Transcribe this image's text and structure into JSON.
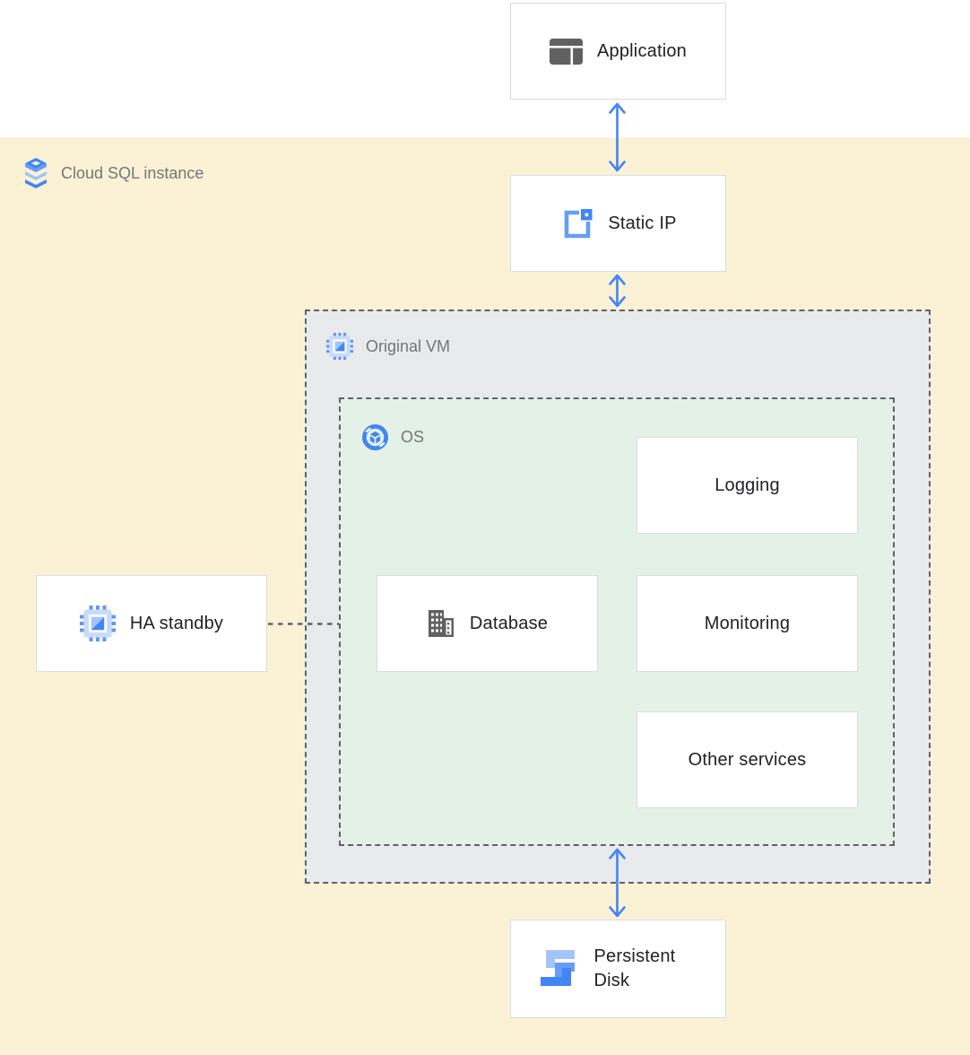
{
  "group": {
    "label": "Cloud SQL instance",
    "icon": "cloud-sql-layers-icon"
  },
  "nodes": {
    "application": {
      "label": "Application",
      "icon": "app-window-icon"
    },
    "static_ip": {
      "label": "Static IP",
      "icon": "static-ip-icon"
    },
    "original_vm": {
      "label": "Original VM",
      "icon": "compute-engine-chip-icon"
    },
    "os": {
      "label": "OS",
      "icon": "os-cube-circle-icon"
    },
    "logging": {
      "label": "Logging"
    },
    "database": {
      "label": "Database",
      "icon": "building-icon"
    },
    "monitoring": {
      "label": "Monitoring"
    },
    "other_services": {
      "label": "Other services"
    },
    "ha_standby": {
      "label": "HA standby",
      "icon": "compute-engine-chip-icon"
    },
    "persistent_disk": {
      "label": "Persistent Disk",
      "icon": "persistent-disk-icon"
    }
  },
  "edges": [
    {
      "from": "application",
      "to": "static_ip",
      "type": "bidirectional-arrow"
    },
    {
      "from": "static_ip",
      "to": "original_vm",
      "type": "bidirectional-arrow"
    },
    {
      "from": "os",
      "to": "persistent_disk",
      "type": "bidirectional-arrow"
    },
    {
      "from": "ha_standby",
      "to": "original_vm",
      "type": "dotted-line"
    }
  ],
  "colors": {
    "accent_blue": "#4285F4",
    "light_blue": "#A3C4F9",
    "pale_blue": "#C8DBFB",
    "background_yellow": "#FBF2D6",
    "vm_gray": "#E9EAEC",
    "os_green": "#E3F1E7",
    "box_border_gray": "#DADCE0",
    "dash_gray": "#5F6368",
    "group_label_gray": "#757575",
    "icon_gray": "#616161",
    "text_dark": "#202124"
  }
}
